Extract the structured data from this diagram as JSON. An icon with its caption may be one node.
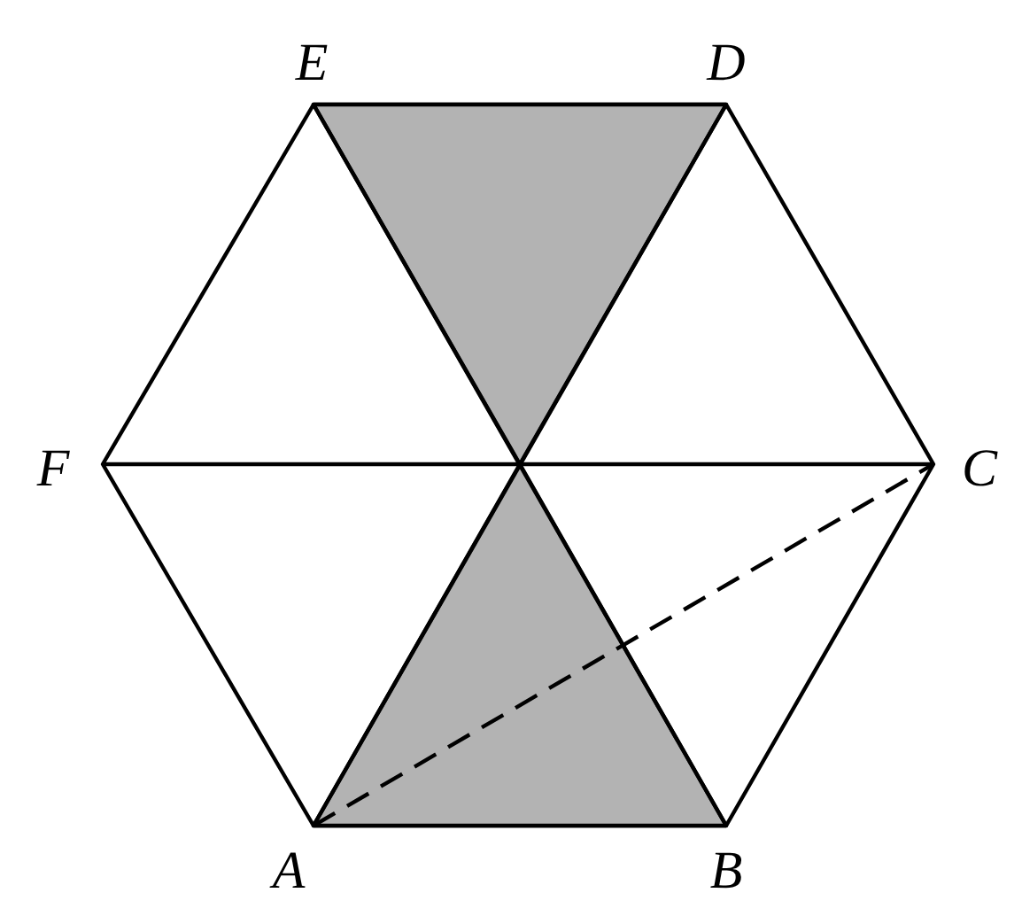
{
  "diagram": {
    "labels": [
      "E",
      "D",
      "F",
      "C",
      "A",
      "B"
    ]
  }
}
